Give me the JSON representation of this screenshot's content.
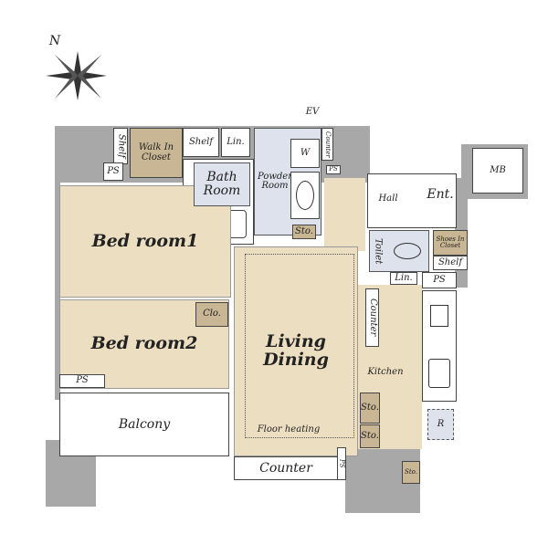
{
  "compass": {
    "label": "N"
  },
  "labels": {
    "ev": "EV",
    "mb": "MB",
    "walk_in_closet": "Walk In Closet",
    "shelf_left": "Shelf",
    "ps_left": "PS",
    "shelf_top": "Shelf",
    "lin_top": "Lin.",
    "bath_room": "Bath Room",
    "powder_room": "Powder Room",
    "w": "W",
    "counter_top": "Counter",
    "ps_top": "PS",
    "sto_powder": "Sto.",
    "hall": "Hall",
    "ent": "Ent.",
    "toilet": "Toilet",
    "shoes_closet": "Shoes In Closet",
    "shelf_ent": "Shelf",
    "lin_kitchen": "Lin.",
    "ps_kitchen": "PS",
    "bedroom1": "Bed room1",
    "bedroom2": "Bed room2",
    "clo": "Clo.",
    "ps_bed": "PS",
    "balcony": "Balcony",
    "living_dining": "Living Dining",
    "floor_heating": "Floor heating",
    "counter_kitchen": "Counter",
    "kitchen": "Kitchen",
    "sto1": "Sto.",
    "sto2": "Sto.",
    "sto3": "Sto.",
    "r": "R",
    "counter_bottom": "Counter",
    "ps_bottom": "PS"
  }
}
